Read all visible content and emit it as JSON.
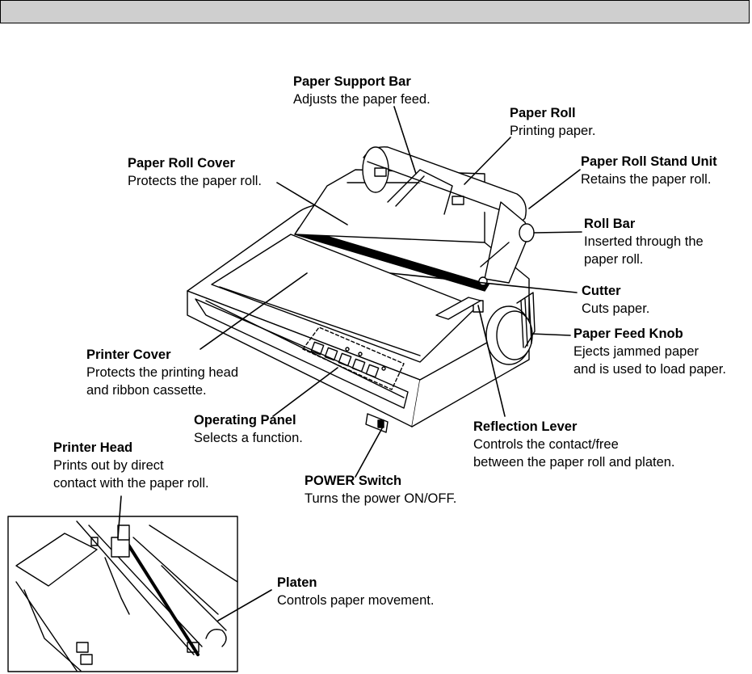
{
  "header": {
    "title": ""
  },
  "callouts": {
    "paper_support_bar": {
      "title": "Paper Support Bar",
      "desc": "Adjusts the paper feed."
    },
    "paper_roll": {
      "title": "Paper Roll",
      "desc": "Printing paper."
    },
    "paper_roll_cover": {
      "title": "Paper Roll Cover",
      "desc": "Protects the paper roll."
    },
    "paper_roll_stand_unit": {
      "title": "Paper Roll Stand Unit",
      "desc": "Retains the paper roll."
    },
    "roll_bar": {
      "title": "Roll Bar",
      "desc1": "Inserted through the",
      "desc2": "paper roll."
    },
    "cutter": {
      "title": "Cutter",
      "desc": "Cuts paper."
    },
    "paper_feed_knob": {
      "title": "Paper Feed Knob",
      "desc1": "Ejects jammed paper",
      "desc2": "and is used to load paper."
    },
    "printer_cover": {
      "title": "Printer Cover",
      "desc1": "Protects the printing head",
      "desc2": "and ribbon cassette."
    },
    "operating_panel": {
      "title": "Operating Panel",
      "desc": "Selects a function."
    },
    "reflection_lever": {
      "title": "Reflection Lever",
      "desc1": "Controls the contact/free",
      "desc2": "between the paper roll and platen."
    },
    "printer_head": {
      "title": "Printer Head",
      "desc1": "Prints out by direct",
      "desc2": "contact with the paper roll."
    },
    "power_switch": {
      "title": "POWER Switch",
      "desc": "Turns the power ON/OFF."
    },
    "platen": {
      "title": "Platen",
      "desc": "Controls paper movement."
    }
  }
}
